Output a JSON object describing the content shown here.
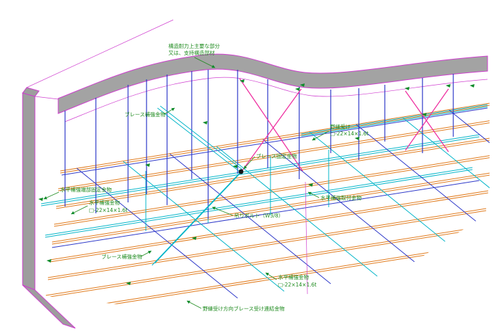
{
  "drawing": {
    "title": "ceiling-seismic-bracing-isometric-detail",
    "labels": {
      "note1": "構造耐力上主要な部分",
      "note2": "又は、支持構造部材",
      "brace_reinf_upper": "ブレース補強金物",
      "nobuchi_uke": "野縁受け",
      "nobuchi_uke_size": "□-22×14×1.6t",
      "brace_fix": "ブレース固定金物",
      "horiz_end_fix": "水平補強端部固定金物",
      "horiz_left": "水平補強金物",
      "horiz_left_size": "□-22×14×1.6t",
      "horiz_attach": "水平補強取付金物",
      "tsuri_bolt": "吊りボルト（W3/8）",
      "brace_reinf_lower": "ブレース補強金物",
      "horiz_right": "水平補強金物",
      "horiz_right_size": "□-22×14×1.6t",
      "renketsu": "野縁受け方向ブレース受け連結金物"
    },
    "colors": {
      "outline": "#cf3ccf",
      "slab_fill": "#a3a3a3",
      "wall_fill": "#9d9d9d",
      "channel_orange": "#e07818",
      "channel_cyan": "#00b4c8",
      "hanger_blue": "#2a35c8",
      "brace_pink": "#ee2fa0",
      "label_green": "#1d8a1d",
      "marker_green": "#0c8a28",
      "dot_black": "#151515",
      "background": "#ffffff"
    }
  }
}
